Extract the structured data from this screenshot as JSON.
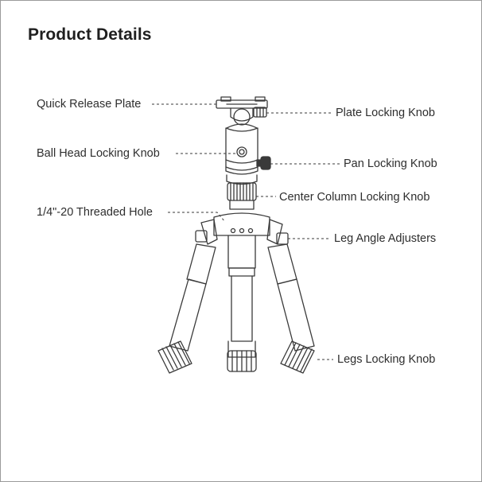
{
  "title": "Product Details",
  "labels": {
    "quick_release_plate": "Quick Release Plate",
    "plate_locking_knob": "Plate Locking Knob",
    "ball_head_locking_knob": "Ball Head Locking Knob",
    "pan_locking_knob": "Pan Locking Knob",
    "center_column_locking_knob": "Center Column Locking Knob",
    "threaded_hole": "1/4\"-20 Threaded Hole",
    "leg_angle_adjusters": "Leg Angle Adjusters",
    "legs_locking_knob": "Legs Locking Knob"
  },
  "colors": {
    "line": "#3a3a3a",
    "text": "#2e2e2e"
  }
}
